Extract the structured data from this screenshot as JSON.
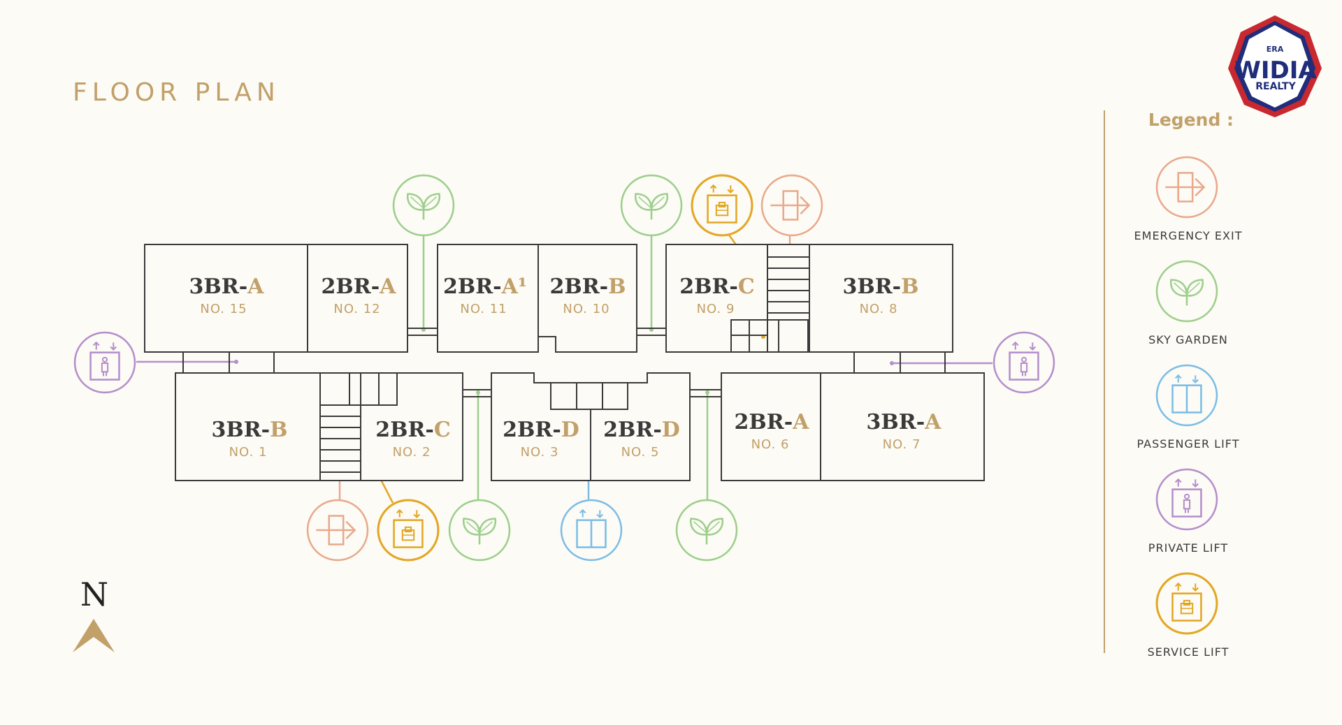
{
  "title": "FLOOR PLAN",
  "brand": {
    "era": "ERA",
    "name": "WIDIA",
    "sub": "REALTY"
  },
  "compass": "N",
  "units": [
    {
      "id": "15",
      "type": "3BR-",
      "suffix": "A",
      "no": "NO. 15"
    },
    {
      "id": "12",
      "type": "2BR-",
      "suffix": "A",
      "no": "NO. 12"
    },
    {
      "id": "11",
      "type": "2BR-",
      "suffix": "A¹",
      "no": "NO. 11"
    },
    {
      "id": "10",
      "type": "2BR-",
      "suffix": "B",
      "no": "NO. 10"
    },
    {
      "id": "9",
      "type": "2BR-",
      "suffix": "C",
      "no": "NO. 9"
    },
    {
      "id": "8",
      "type": "3BR-",
      "suffix": "B",
      "no": "NO. 8"
    },
    {
      "id": "1",
      "type": "3BR-",
      "suffix": "B",
      "no": "NO. 1"
    },
    {
      "id": "2",
      "type": "2BR-",
      "suffix": "C",
      "no": "NO. 2"
    },
    {
      "id": "3",
      "type": "2BR-",
      "suffix": "D",
      "no": "NO. 3"
    },
    {
      "id": "5",
      "type": "2BR-",
      "suffix": "D",
      "no": "NO. 5"
    },
    {
      "id": "6",
      "type": "2BR-",
      "suffix": "A",
      "no": "NO. 6"
    },
    {
      "id": "7",
      "type": "3BR-",
      "suffix": "A",
      "no": "NO. 7"
    }
  ],
  "legend": {
    "title": "Legend :",
    "items": [
      {
        "label": "EMERGENCY EXIT",
        "icon": "emergency-exit-icon"
      },
      {
        "label": "SKY GARDEN",
        "icon": "sky-garden-icon"
      },
      {
        "label": "PASSENGER LIFT",
        "icon": "passenger-lift-icon"
      },
      {
        "label": "PRIVATE LIFT",
        "icon": "private-lift-icon"
      },
      {
        "label": "SERVICE LIFT",
        "icon": "service-lift-icon"
      }
    ]
  },
  "colors": {
    "gold": "#c1a06a",
    "wall": "#3a3a3a",
    "emergency_exit": "#e8a98c",
    "sky_garden": "#9ccf8c",
    "passenger_lift": "#7cbde6",
    "private_lift": "#b48fcc",
    "service_lift": "#e2a726"
  }
}
